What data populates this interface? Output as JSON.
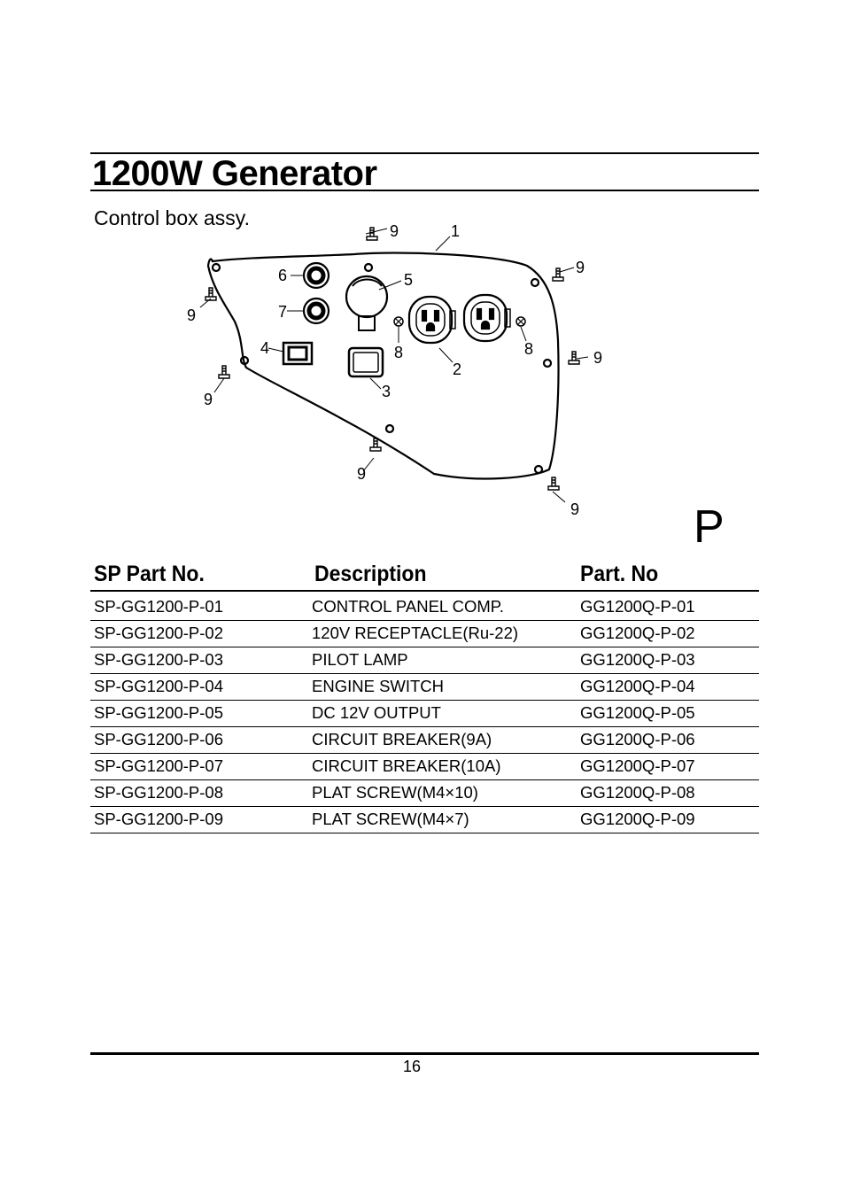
{
  "header": {
    "title": "1200W Generator",
    "subtitle": "Control box assy."
  },
  "diagram": {
    "callouts": [
      "1",
      "2",
      "3",
      "4",
      "5",
      "6",
      "7",
      "8",
      "8",
      "9",
      "9",
      "9",
      "9",
      "9",
      "9",
      "9"
    ],
    "marker": "P"
  },
  "table": {
    "headers": [
      "SP Part No.",
      "Description",
      "Part. No"
    ],
    "rows": [
      [
        "SP-GG1200-P-01",
        "CONTROL PANEL COMP.",
        "GG1200Q-P-01"
      ],
      [
        "SP-GG1200-P-02",
        "120V RECEPTACLE(Ru-22)",
        "GG1200Q-P-02"
      ],
      [
        "SP-GG1200-P-03",
        "PILOT LAMP",
        "GG1200Q-P-03"
      ],
      [
        "SP-GG1200-P-04",
        "ENGINE SWITCH",
        "GG1200Q-P-04"
      ],
      [
        "SP-GG1200-P-05",
        "DC 12V OUTPUT",
        "GG1200Q-P-05"
      ],
      [
        "SP-GG1200-P-06",
        "CIRCUIT BREAKER(9A)",
        "GG1200Q-P-06"
      ],
      [
        "SP-GG1200-P-07",
        "CIRCUIT BREAKER(10A)",
        "GG1200Q-P-07"
      ],
      [
        "SP-GG1200-P-08",
        "PLAT SCREW(M4×10)",
        "GG1200Q-P-08"
      ],
      [
        "SP-GG1200-P-09",
        "PLAT SCREW(M4×7)",
        "GG1200Q-P-09"
      ]
    ]
  },
  "footer": {
    "page_number": "16"
  }
}
